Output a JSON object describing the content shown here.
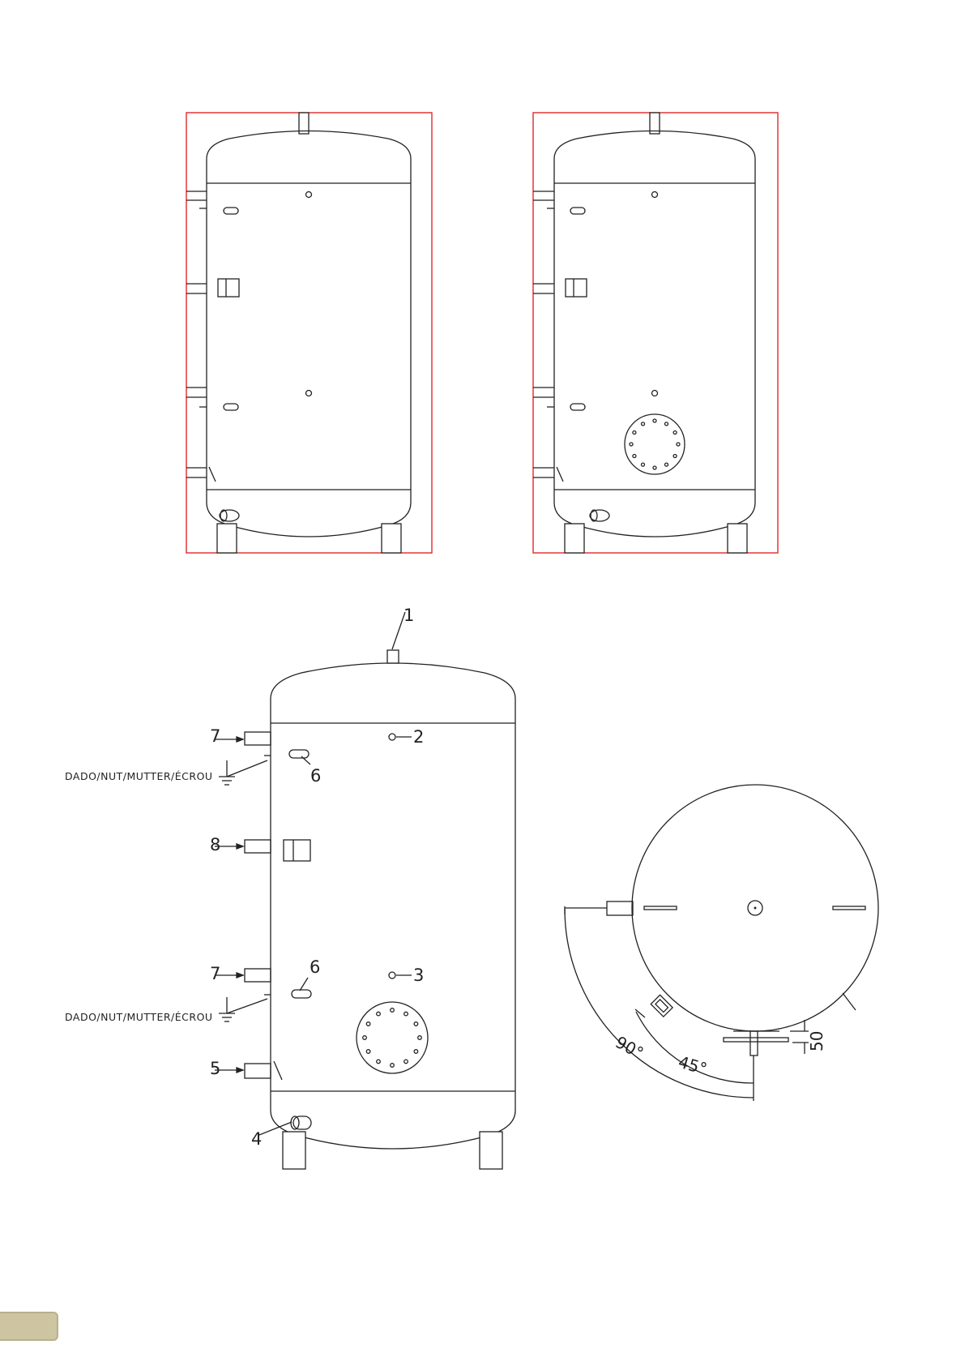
{
  "labels": {
    "callout_1": "1",
    "callout_2": "2",
    "callout_3": "3",
    "callout_4": "4",
    "callout_5": "5",
    "callout_6_top": "6",
    "callout_6_bottom": "6",
    "callout_7_top": "7",
    "callout_7_bottom": "7",
    "callout_8": "8",
    "nut_top": "DADO/NUT/MUTTER/ÉCROU",
    "nut_bottom": "DADO/NUT/MUTTER/ÉCROU"
  },
  "dimensions": {
    "angle_90": "90°",
    "angle_45": "45°",
    "offset_50": "50"
  },
  "colors": {
    "line": "#222222",
    "frame": "#e01818",
    "tab": "#cdc5a2"
  },
  "icons": {
    "ground": "ground-symbol-icon"
  }
}
